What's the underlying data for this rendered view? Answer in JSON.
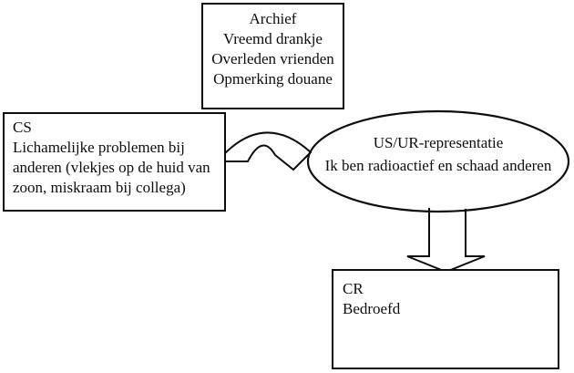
{
  "colors": {
    "line": "#0d0d0d",
    "background": "#ffffff",
    "text": "#0d0d0d"
  },
  "archief_box": {
    "title": "Archief",
    "items": [
      "Vreemd drankje",
      "Overleden vrienden",
      "Opmerking douane"
    ]
  },
  "cs_box": {
    "label": "CS",
    "text_lines": [
      "Lichamelijke problemen bij",
      "anderen (vlekjes op de huid van",
      "zoon, miskraam bij collega)"
    ]
  },
  "ellipse": {
    "title": "US/UR-representatie",
    "subtitle": "Ik ben radioactief en schaad anderen"
  },
  "cr_box": {
    "label": "CR",
    "text": "Bedroefd"
  },
  "connectors": {
    "cs_to_representation": "curved-double-arrow",
    "representation_to_cr": "block-down-arrow"
  }
}
